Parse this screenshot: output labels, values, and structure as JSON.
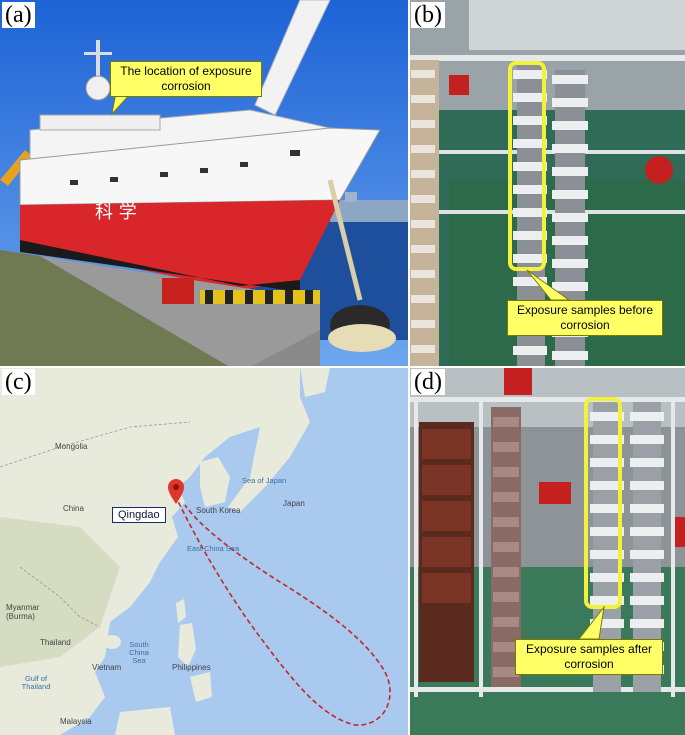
{
  "panels": {
    "a": {
      "label": "(a)",
      "callout": "The location of exposure corrosion"
    },
    "b": {
      "label": "(b)",
      "callout": "Exposure samples before corrosion"
    },
    "c": {
      "label": "(c)",
      "city": "Qingdao",
      "places": [
        "Mongolia",
        "China",
        "South Korea",
        "Japan",
        "Myanmar (Burma)",
        "Thailand",
        "Vietnam",
        "Philippines",
        "Malaysia"
      ],
      "seas": [
        "Sea of Japan",
        "East China Sea",
        "South China Sea",
        "Gulf of Thailand"
      ]
    },
    "d": {
      "label": "(d)",
      "callout": "Exposure samples after corrosion"
    }
  },
  "colors": {
    "hull_red": "#d8262a",
    "callout_yellow": "#ffff66",
    "highlight_box": "#f2f23a",
    "route_red": "#c0282a",
    "sea_blue": "#aac9ef"
  }
}
